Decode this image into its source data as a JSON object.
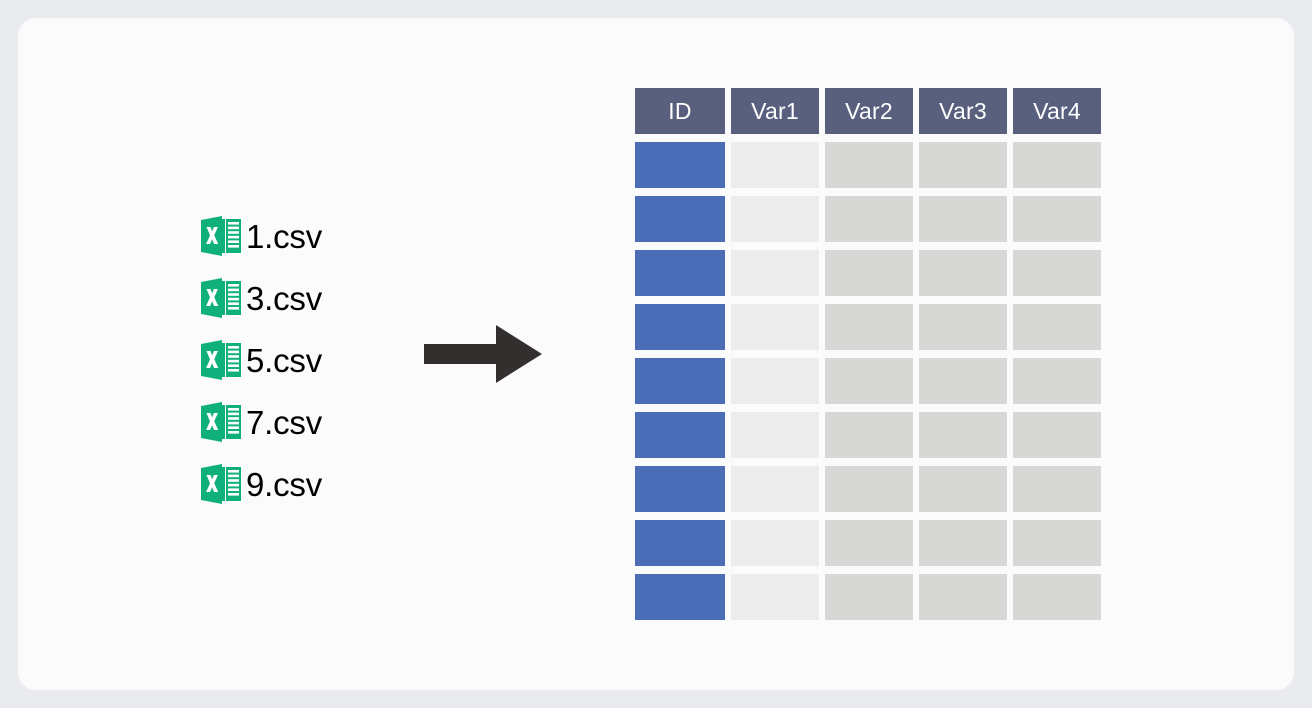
{
  "canvas": {
    "background_color": "#EAEBEF",
    "card_color": "#FBFBFB"
  },
  "files": {
    "icon_name": "csv-excel-file-icon",
    "icon_color": "#0FB07B",
    "items": [
      {
        "label": "1.csv"
      },
      {
        "label": "3.csv"
      },
      {
        "label": "5.csv"
      },
      {
        "label": "7.csv"
      },
      {
        "label": "9.csv"
      }
    ]
  },
  "arrow": {
    "icon_name": "arrow-right-icon",
    "direction": "right",
    "color": "#332F2E"
  },
  "table": {
    "header_color": "#58607E",
    "id_cell_color": "#4B6CB7",
    "var1_cell_color": "#ECECEC",
    "var_cell_color": "#D7D7D6",
    "columns": [
      {
        "key": "id",
        "label": "ID"
      },
      {
        "key": "var1",
        "label": "Var1"
      },
      {
        "key": "var2",
        "label": "Var2"
      },
      {
        "key": "var3",
        "label": "Var3"
      },
      {
        "key": "var4",
        "label": "Var4"
      }
    ],
    "row_count": 9,
    "rows": [
      {
        "id": "",
        "var1": "",
        "var2": "",
        "var3": "",
        "var4": ""
      },
      {
        "id": "",
        "var1": "",
        "var2": "",
        "var3": "",
        "var4": ""
      },
      {
        "id": "",
        "var1": "",
        "var2": "",
        "var3": "",
        "var4": ""
      },
      {
        "id": "",
        "var1": "",
        "var2": "",
        "var3": "",
        "var4": ""
      },
      {
        "id": "",
        "var1": "",
        "var2": "",
        "var3": "",
        "var4": ""
      },
      {
        "id": "",
        "var1": "",
        "var2": "",
        "var3": "",
        "var4": ""
      },
      {
        "id": "",
        "var1": "",
        "var2": "",
        "var3": "",
        "var4": ""
      },
      {
        "id": "",
        "var1": "",
        "var2": "",
        "var3": "",
        "var4": ""
      },
      {
        "id": "",
        "var1": "",
        "var2": "",
        "var3": "",
        "var4": ""
      }
    ]
  }
}
